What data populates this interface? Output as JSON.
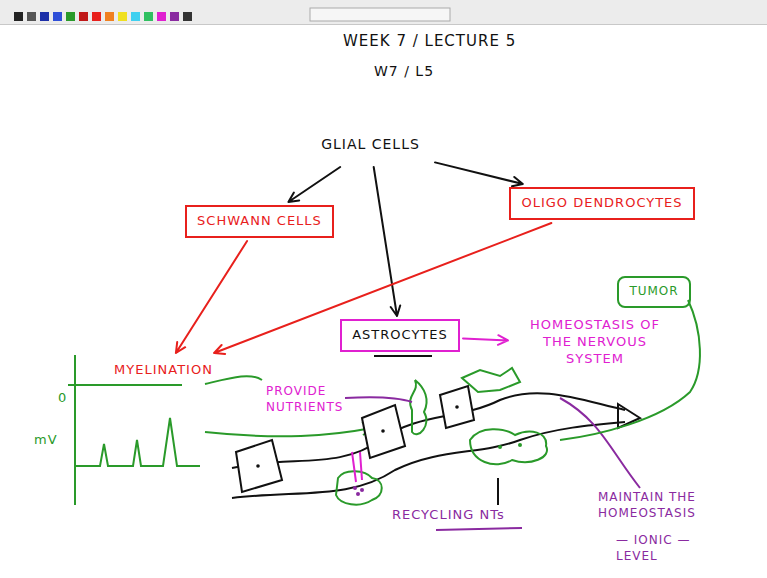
{
  "diagram": {
    "title": "WEEK 7 / LECTURE 5",
    "nodes": [
      {
        "text": [
          "GLIAL CELLS"
        ]
      },
      {
        "text": [
          "SCHWANN CELLS"
        ]
      },
      {
        "text": [
          "OLIGO DENDROCYTES"
        ]
      },
      {
        "text": [
          "ASTROCYTES"
        ]
      },
      {
        "text": [
          "HOMEOSTASIS OF THE NERVOUS SYSTEM"
        ]
      },
      {
        "text": [
          "MYELINATION"
        ]
      },
      {
        "text": [
          "TUMOR"
        ]
      }
    ],
    "edges": [
      {
        "from": 0,
        "to": 1,
        "arrow": "to"
      },
      {
        "from": 0,
        "to": 3,
        "arrow": "to"
      },
      {
        "from": 0,
        "to": 2,
        "arrow": "to"
      },
      {
        "from": 1,
        "to": 5,
        "arrow": "to"
      },
      {
        "from": 2,
        "to": 5,
        "arrow": "to"
      },
      {
        "from": 3,
        "to": 4,
        "arrow": "to"
      }
    ],
    "labels": [
      "W7 / L5",
      "PROVIDE NUTRIENTS",
      "RECYCLING NTs",
      "MAINTAIN THE HOMEOSTASIS",
      "— IONIC — LEVEL",
      "0",
      "mV"
    ]
  }
}
